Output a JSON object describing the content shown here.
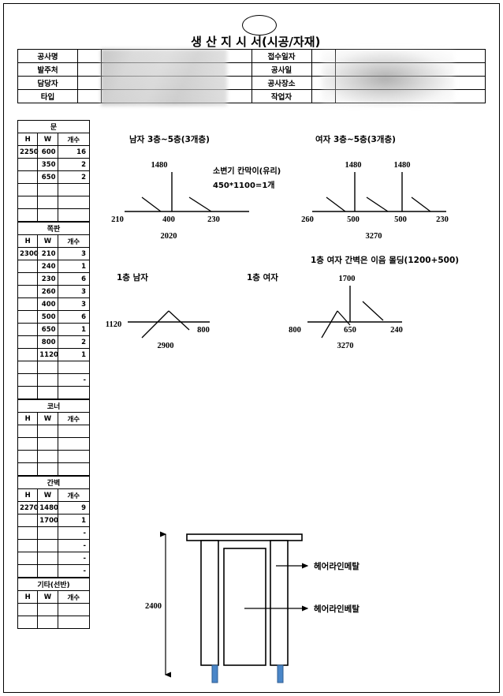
{
  "document": {
    "title_prefix": "생 산 지 시 서",
    "title_circled": "(시공",
    "title_suffix": "/자재)",
    "title_full": "생 산 지 시 서(시공/자재)"
  },
  "header": {
    "rows": [
      {
        "left_label": "공사명",
        "left_value": "",
        "right_label": "접수일자",
        "right_value": ""
      },
      {
        "left_label": "발주처",
        "left_value": "",
        "right_label": "공사일",
        "right_value": ""
      },
      {
        "left_label": "담당자",
        "left_value": "",
        "right_label": "공사장소",
        "right_value": ""
      },
      {
        "left_label": "타입",
        "left_value": "",
        "right_label": "작업자",
        "right_value": ""
      }
    ]
  },
  "parts": {
    "col_headers": {
      "h": "H",
      "w": "W",
      "qty": "개수"
    },
    "sections": [
      {
        "name": "문",
        "rows": [
          {
            "h": "2250",
            "w": "600",
            "qty": "16"
          },
          {
            "h": "",
            "w": "350",
            "qty": "2"
          },
          {
            "h": "",
            "w": "650",
            "qty": "2"
          },
          {
            "h": "",
            "w": "",
            "qty": ""
          },
          {
            "h": "",
            "w": "",
            "qty": ""
          },
          {
            "h": "",
            "w": "",
            "qty": ""
          }
        ]
      },
      {
        "name": "쪽판",
        "rows": [
          {
            "h": "2300",
            "w": "210",
            "qty": "3"
          },
          {
            "h": "",
            "w": "240",
            "qty": "1"
          },
          {
            "h": "",
            "w": "230",
            "qty": "6"
          },
          {
            "h": "",
            "w": "260",
            "qty": "3"
          },
          {
            "h": "",
            "w": "400",
            "qty": "3"
          },
          {
            "h": "",
            "w": "500",
            "qty": "6"
          },
          {
            "h": "",
            "w": "650",
            "qty": "1"
          },
          {
            "h": "",
            "w": "800",
            "qty": "2"
          },
          {
            "h": "",
            "w": "1120",
            "qty": "1"
          },
          {
            "h": "",
            "w": "",
            "qty": ""
          },
          {
            "h": "",
            "w": "",
            "qty": "-"
          },
          {
            "h": "",
            "w": "",
            "qty": ""
          }
        ]
      },
      {
        "name": "코너",
        "rows": [
          {
            "h": "",
            "w": "",
            "qty": ""
          },
          {
            "h": "",
            "w": "",
            "qty": ""
          },
          {
            "h": "",
            "w": "",
            "qty": ""
          },
          {
            "h": "",
            "w": "",
            "qty": ""
          }
        ]
      },
      {
        "name": "간벽",
        "rows": [
          {
            "h": "2270",
            "w": "1480",
            "qty": "9"
          },
          {
            "h": "",
            "w": "1700",
            "qty": "1"
          },
          {
            "h": "",
            "w": "",
            "qty": "-"
          },
          {
            "h": "",
            "w": "",
            "qty": "-"
          },
          {
            "h": "",
            "w": "",
            "qty": "-"
          },
          {
            "h": "",
            "w": "",
            "qty": "-"
          }
        ]
      },
      {
        "name": "기타(선반)",
        "rows": [
          {
            "h": "",
            "w": "",
            "qty": ""
          },
          {
            "h": "",
            "w": "",
            "qty": ""
          }
        ]
      }
    ]
  },
  "diagrams": {
    "men_upper": {
      "title": "남자 3층~5층(3개층)",
      "vertical_labels": [
        "1480"
      ],
      "base_labels": [
        "210",
        "400",
        "230"
      ],
      "total": "2020"
    },
    "urinal_note": {
      "line1": "소변기 칸막이(유리)",
      "line2": "450*1100=1개"
    },
    "women_upper": {
      "title": "여자 3층~5층(3개층)",
      "vertical_labels": [
        "1480",
        "1480"
      ],
      "base_labels": [
        "260",
        "500",
        "500",
        "230"
      ],
      "total": "3270"
    },
    "men_first": {
      "title": "1층 남자",
      "base_labels": [
        "1120",
        "800"
      ],
      "total": "2900"
    },
    "women_first": {
      "title": "1층 여자",
      "note": "1층 여자 간벽은 이음 몰딩(1200+500)",
      "vertical_labels": [
        "1700"
      ],
      "base_labels": [
        "800",
        "650",
        "240"
      ],
      "total": "3270"
    },
    "elevation": {
      "height_label": "2400",
      "callout_top": "헤어라인메탈",
      "callout_bottom": "헤어라인베탈",
      "leg_color": "#4a86c8"
    }
  }
}
